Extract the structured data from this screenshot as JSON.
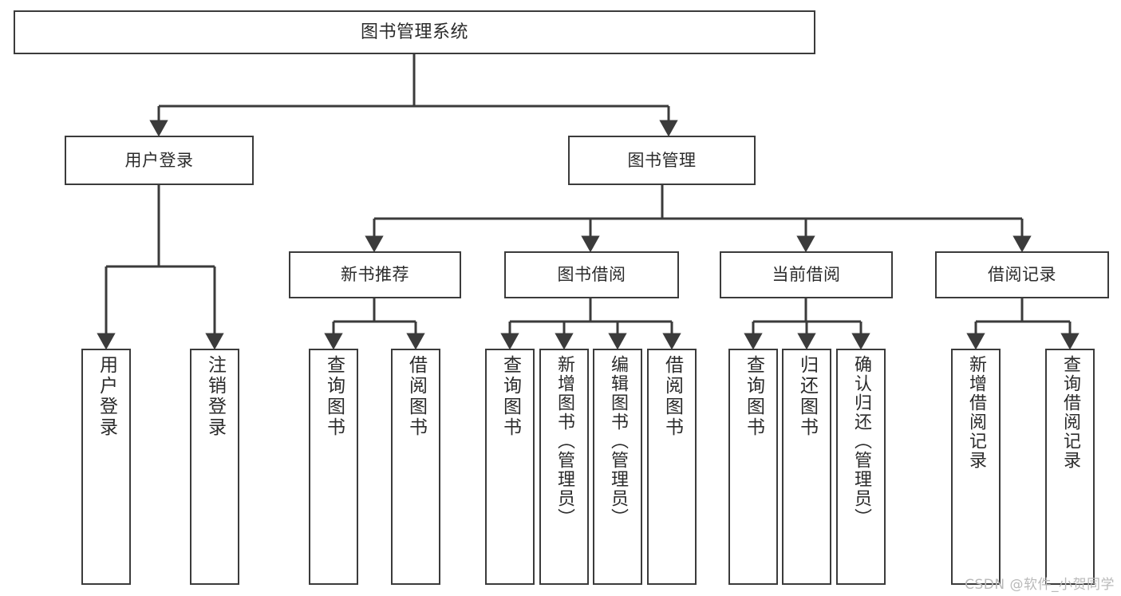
{
  "diagram": {
    "type": "tree-hierarchy",
    "title": "图书管理系统",
    "root": {
      "id": "root",
      "label": "图书管理系统"
    },
    "level2": [
      {
        "id": "user-login",
        "label": "用户登录"
      },
      {
        "id": "book-manage",
        "label": "图书管理"
      }
    ],
    "level3": [
      {
        "id": "new-book-rec",
        "label": "新书推荐",
        "parent": "book-manage"
      },
      {
        "id": "book-borrow",
        "label": "图书借阅",
        "parent": "book-manage"
      },
      {
        "id": "current-borrow",
        "label": "当前借阅",
        "parent": "book-manage"
      },
      {
        "id": "borrow-record",
        "label": "借阅记录",
        "parent": "book-manage"
      }
    ],
    "leaves": {
      "user_login": [
        {
          "id": "leaf-user-login",
          "label": "用户登录"
        },
        {
          "id": "leaf-user-logout",
          "label": "注销登录"
        }
      ],
      "new_book_rec": [
        {
          "id": "leaf-query-book-1",
          "label": "查询图书"
        },
        {
          "id": "leaf-borrow-book-1",
          "label": "借阅图书"
        }
      ],
      "book_borrow": [
        {
          "id": "leaf-query-book-2",
          "label": "查询图书"
        },
        {
          "id": "leaf-add-book",
          "label": "新增图书（管理员）"
        },
        {
          "id": "leaf-edit-book",
          "label": "编辑图书（管理员）"
        },
        {
          "id": "leaf-borrow-book-2",
          "label": "借阅图书"
        }
      ],
      "current_borrow": [
        {
          "id": "leaf-query-book-3",
          "label": "查询图书"
        },
        {
          "id": "leaf-return-book",
          "label": "归还图书"
        },
        {
          "id": "leaf-confirm-return",
          "label": "确认归还（管理员）"
        }
      ],
      "borrow_record": [
        {
          "id": "leaf-add-record",
          "label": "新增借阅记录"
        },
        {
          "id": "leaf-query-record",
          "label": "查询借阅记录"
        }
      ]
    },
    "colors": {
      "stroke": "#3b3b3b",
      "fill": "#ffffff",
      "text": "#2b2b2b",
      "watermark": "#b9b9b9"
    }
  },
  "watermark": {
    "text": "CSDN @软件_小贺同学"
  }
}
